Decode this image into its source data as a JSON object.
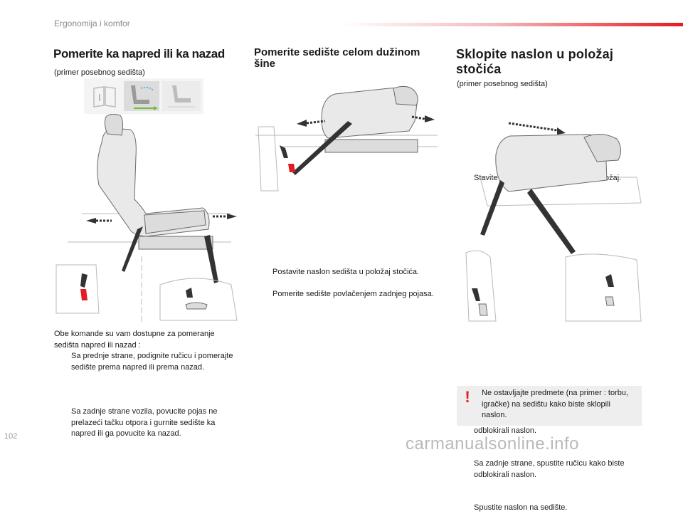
{
  "header": {
    "section_title": "Ergonomija i komfor",
    "accent_color": "#e31b23"
  },
  "col1": {
    "heading": "Pomerite ka napred ili ka nazad",
    "subtitle": "(primer posebnog sedišta)",
    "intro": "Obe komande su vam dostupne za pomeranje sedišta napred ili nazad :",
    "bullets": [
      "Sa prednje strane, podignite ručicu i pomerajte sedište prema napred ili prema nazad.",
      "Sa zadnje strane vozila, povucite pojas ne prelazeći tačku otpora i gurnite sedište ka napred ili ga povucite ka nazad."
    ]
  },
  "col2": {
    "heading": "Pomerite sedište celom dužinom šine",
    "bullets": [
      "Postavite naslon sedišta u položaj stočića.",
      "Pomerite sedište povlačenjem zadnjeg pojasa."
    ]
  },
  "col3": {
    "heading": "Sklopite naslon u položaj stočića",
    "subtitle": "(primer posebnog sedišta)",
    "bullets_top": [
      "Stavite naslon za glavu u spušteni položaj."
    ],
    "bullets_bottom": [
      "Sa prednje strane, podignite ručicu kako biste odblokirali naslon.",
      "Sa zadnje strane, spustite ručicu kako biste odblokirali naslon.",
      "Spustite naslon na sedište."
    ],
    "warning": "Ne ostavljajte predmete (na primer : torbu, igračke) na sedištu kako biste sklopili naslon."
  },
  "bullet_marker": "",
  "warning_symbol": "!",
  "page_number": "102",
  "watermark": "carmanualsonline.info",
  "icons": [
    "book-icon",
    "seat-slide-icon",
    "seat-icon",
    "warning-icon"
  ]
}
